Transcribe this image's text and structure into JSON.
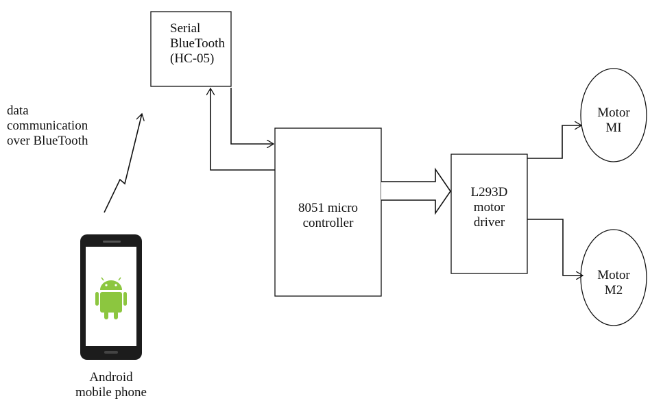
{
  "bluetooth": {
    "lines": [
      "Serial",
      "BlueTooth",
      "(HC-05)"
    ]
  },
  "wireless_label": {
    "lines": [
      "data",
      "communication",
      "over BlueTooth"
    ]
  },
  "mcu": {
    "lines": [
      "8051 micro",
      "controller"
    ]
  },
  "driver": {
    "lines": [
      "L293D",
      "motor",
      "driver"
    ]
  },
  "motor1": {
    "lines": [
      "Motor",
      "MI"
    ]
  },
  "motor2": {
    "lines": [
      "Motor",
      "M2"
    ]
  },
  "phone": {
    "lines": [
      "Android",
      "mobile phone"
    ]
  },
  "colors": {
    "stroke": "#111111",
    "phone_body": "#1c1c1c",
    "phone_screen": "#ffffff",
    "android_green": "#8cc63f"
  },
  "icons": {
    "phone": "android-phone-icon",
    "robot": "android-robot-icon"
  }
}
